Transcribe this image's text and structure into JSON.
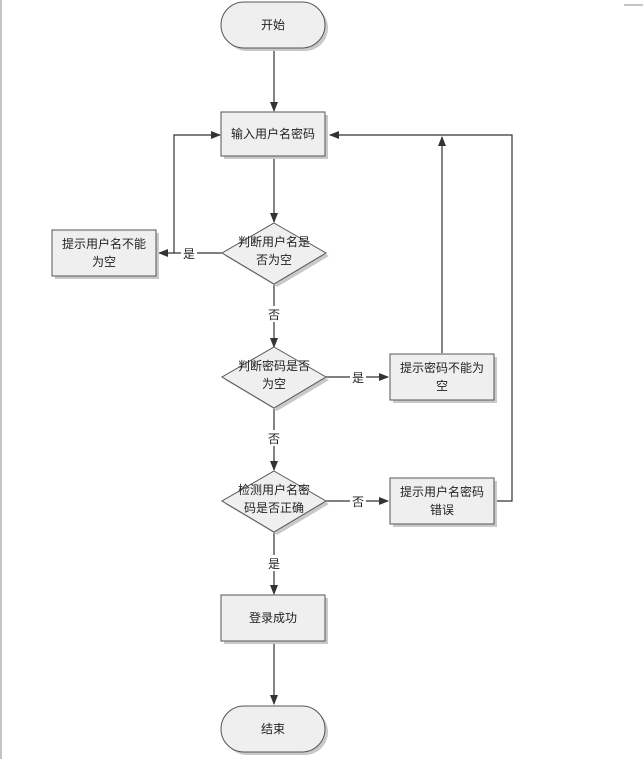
{
  "flowchart": {
    "nodes": {
      "start": "开始",
      "input": "输入用户名密码",
      "check_user_empty": [
        "判断用户名是",
        "否为空"
      ],
      "user_empty_msg": [
        "提示用户名不能",
        "为空"
      ],
      "check_pwd_empty": [
        "判断密码是否",
        "为空"
      ],
      "pwd_empty_msg": [
        "提示密码不能为",
        "空"
      ],
      "check_correct": [
        "检测用户名密",
        "码是否正确"
      ],
      "wrong_msg": [
        "提示用户名密码",
        "错误"
      ],
      "success": "登录成功",
      "end": "结束"
    },
    "edge_labels": {
      "user_empty_yes": "是",
      "user_empty_no": "否",
      "pwd_empty_yes": "是",
      "pwd_empty_no": "否",
      "correct_no": "否",
      "correct_yes": "是"
    }
  }
}
